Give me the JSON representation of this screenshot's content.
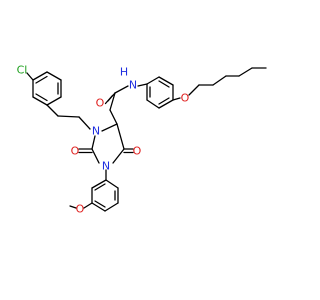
{
  "molecule": {
    "atoms": {
      "chlorine": "Cl",
      "ring_nitrogen_upper": "N",
      "ring_nitrogen_lower": "N",
      "amide_nitrogen": "N",
      "amide_hydrogen": "H",
      "amide_oxygen": "O",
      "ring_oxygen_left": "O",
      "ring_oxygen_right": "O",
      "methoxy_oxygen": "O",
      "ether_oxygen": "O"
    },
    "colors": {
      "chlorine": "#1fa01f",
      "nitrogen": "#1f2fe0",
      "oxygen": "#e0201f",
      "bond": "#000000"
    }
  }
}
